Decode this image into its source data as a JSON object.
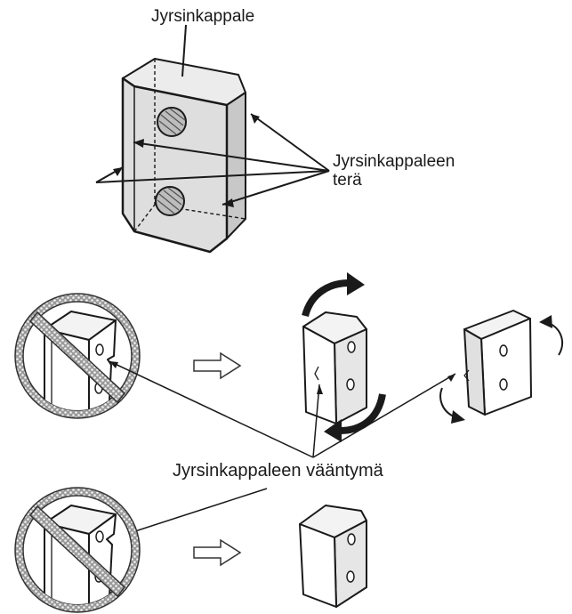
{
  "labels": {
    "blade_piece": "Jyrsinkappale",
    "blade_edge_line1": "Jyrsinkappaleen",
    "blade_edge_line2": "terä",
    "blade_warp": "Jyrsinkappaleen vääntymä"
  },
  "colors": {
    "ink": "#1a1a1a",
    "block_fill": "#dddddd",
    "hatch": "#8a8a8a"
  },
  "icons": {
    "prohibited": "prohibited-sign-icon",
    "arrow": "hollow-right-arrow-icon",
    "rotate": "rotate-arrow-icon"
  }
}
